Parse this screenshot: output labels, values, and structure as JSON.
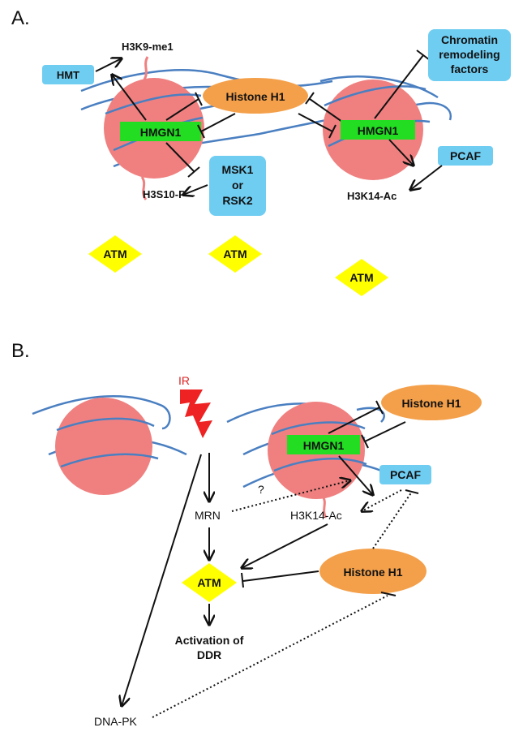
{
  "colors": {
    "nucleosome": "#f08080",
    "dna": "#4a7fc1",
    "histone_h1": "#f4a04a",
    "hmgn1": "#22dd22",
    "enzyme_box": "#6fcdf2",
    "atm": "#ffff00",
    "ir": "#ee2222"
  },
  "panel_a": {
    "label": "A.",
    "h3k9": "H3K9-me1",
    "hmt": "HMT",
    "histone_h1": "Histone H1",
    "hmgn1_left": "HMGN1",
    "hmgn1_right": "HMGN1",
    "chromatin_factors": [
      "Chromatin",
      "remodeling",
      "factors"
    ],
    "pcaf": "PCAF",
    "msk": [
      "MSK1",
      "or",
      "RSK2"
    ],
    "h3s10": "H3S10-P",
    "h3k14": "H3K14-Ac",
    "atm1": "ATM",
    "atm2": "ATM",
    "atm3": "ATM"
  },
  "panel_b": {
    "label": "B.",
    "ir": "IR",
    "histone_h1_top": "Histone H1",
    "hmgn1": "HMGN1",
    "pcaf": "PCAF",
    "question": "?",
    "mrn": "MRN",
    "h3k14": "H3K14-Ac",
    "atm": "ATM",
    "histone_h1_bottom": "Histone H1",
    "activation": [
      "Activation of",
      "DDR"
    ],
    "dnapk": "DNA-PK"
  }
}
